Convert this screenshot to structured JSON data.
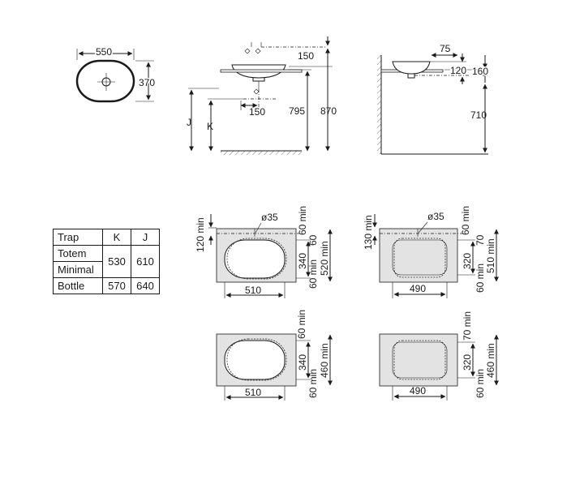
{
  "top_view": {
    "width": "550",
    "depth": "370"
  },
  "front_view": {
    "rim": "150",
    "offset": "150",
    "h1": "795",
    "h2": "870",
    "j": "J",
    "k": "K"
  },
  "side_view": {
    "d75": "75",
    "d120": "120",
    "d160": "160",
    "d710": "710"
  },
  "cutout_a": {
    "hole": "ø35",
    "top_min": "120 min",
    "right_top": "60 min",
    "gap": "60",
    "height": "340",
    "overall": "520 min",
    "bottom": "60 min",
    "width": "510"
  },
  "cutout_b": {
    "hole": "ø35",
    "top_min": "130 min",
    "right_top": "60 min",
    "gap": "70",
    "height": "320",
    "overall": "510 min",
    "bottom": "60 min",
    "width": "490"
  },
  "cutout_c": {
    "top": "60 min",
    "height": "340",
    "overall": "460 min",
    "bottom": "60 min",
    "width": "510"
  },
  "cutout_d": {
    "top": "70 min",
    "height": "320",
    "overall": "460 min",
    "bottom": "60 min",
    "width": "490"
  },
  "table": {
    "headers": [
      "Trap",
      "K",
      "J"
    ],
    "rows": [
      {
        "names": [
          "Totem",
          "Minimal"
        ],
        "k": "530",
        "j": "610"
      },
      {
        "names": [
          "Bottle"
        ],
        "k": "570",
        "j": "640"
      }
    ]
  }
}
